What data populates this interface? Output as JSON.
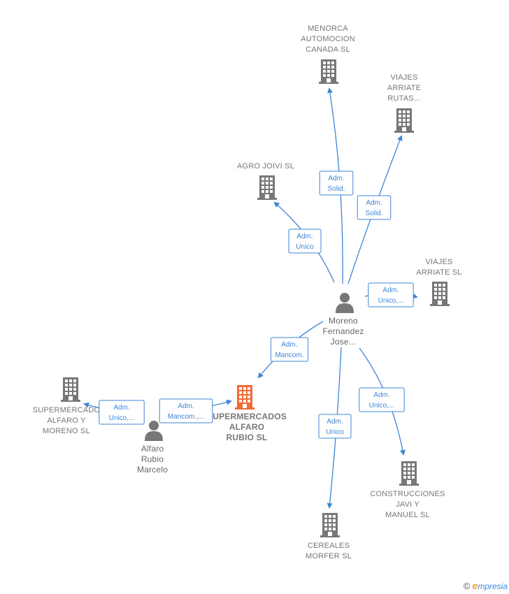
{
  "colors": {
    "edge": "#3f86d6",
    "company": "#777777",
    "highlight": "#f26a36",
    "person": "#777777"
  },
  "nodes": [
    {
      "id": "menorca",
      "kind": "company",
      "label": [
        "MENORCA",
        "AUTOMOCION",
        "CANADA  SL"
      ]
    },
    {
      "id": "viajes_rutas",
      "kind": "company",
      "label": [
        "VIAJES",
        "ARRIATE",
        "RUTAS..."
      ]
    },
    {
      "id": "agro",
      "kind": "company",
      "label": [
        "AGRO JOIVI SL"
      ]
    },
    {
      "id": "viajes_sl",
      "kind": "company",
      "label": [
        "VIAJES",
        "ARRIATE SL"
      ]
    },
    {
      "id": "moreno",
      "kind": "person",
      "label": [
        "Moreno",
        "Fernandez",
        "Jose..."
      ]
    },
    {
      "id": "super_rubio",
      "kind": "company-main",
      "label": [
        "SUPERMERCADOS",
        "ALFARO",
        "RUBIO  SL"
      ]
    },
    {
      "id": "super_moreno",
      "kind": "company",
      "label": [
        "SUPERMERCADO",
        "ALFARO Y",
        "MORENO  SL"
      ]
    },
    {
      "id": "alfaro",
      "kind": "person",
      "label": [
        "Alfaro",
        "Rubio",
        "Marcelo"
      ]
    },
    {
      "id": "construcciones",
      "kind": "company",
      "label": [
        "CONSTRUCCIONES",
        "JAVI Y",
        "MANUEL  SL"
      ]
    },
    {
      "id": "cereales",
      "kind": "company",
      "label": [
        "CEREALES",
        "MORFER  SL"
      ]
    }
  ],
  "edges": [
    {
      "from": "moreno",
      "to": "menorca",
      "role": [
        "Adm.",
        "Solid."
      ]
    },
    {
      "from": "moreno",
      "to": "viajes_rutas",
      "role": [
        "Adm.",
        "Solid."
      ]
    },
    {
      "from": "moreno",
      "to": "agro",
      "role": [
        "Adm.",
        "Unico"
      ]
    },
    {
      "from": "moreno",
      "to": "viajes_sl",
      "role": [
        "Adm.",
        "Unico,..."
      ]
    },
    {
      "from": "moreno",
      "to": "super_rubio",
      "role": [
        "Adm.",
        "Mancom."
      ]
    },
    {
      "from": "moreno",
      "to": "cereales",
      "role": [
        "Adm.",
        "Unico"
      ]
    },
    {
      "from": "moreno",
      "to": "construcciones",
      "role": [
        "Adm.",
        "Unico,..."
      ]
    },
    {
      "from": "alfaro",
      "to": "super_moreno",
      "role": [
        "Adm.",
        "Unico,..."
      ]
    },
    {
      "from": "alfaro",
      "to": "super_rubio",
      "role": [
        "Adm.",
        "Mancom.,..."
      ]
    }
  ],
  "brand": {
    "copyright": "©",
    "first": "e",
    "rest": "mpresia"
  }
}
